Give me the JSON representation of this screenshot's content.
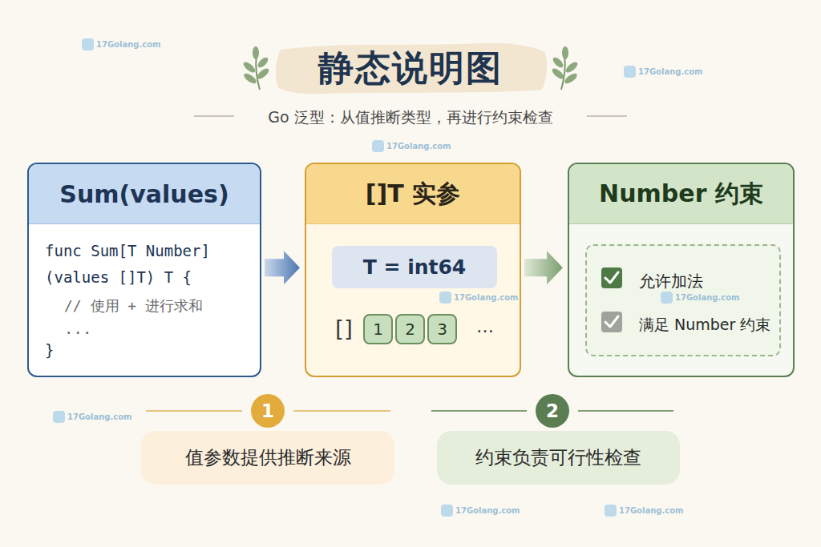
{
  "diagram": {
    "title": "静态说明图",
    "caption": "Go 泛型：从值推断类型，再进行约束检查",
    "nodes": [
      {
        "text": [
          "Sum(values)",
          "func Sum[T Number]",
          "(values []T) T {",
          "// 使用 + 进行求和",
          "...",
          "}"
        ]
      },
      {
        "text": [
          "[]T 实参",
          "[]",
          "…"
        ]
      },
      {
        "text": [
          "T = int64"
        ],
        "in": 1
      },
      {
        "text": [
          "1"
        ],
        "in": 1
      },
      {
        "text": [
          "2"
        ],
        "in": 1
      },
      {
        "text": [
          "3"
        ],
        "in": 1
      },
      {
        "text": [
          "Number 约束"
        ]
      },
      {
        "text": [
          "允许加法",
          "满足 Number 约束"
        ],
        "in": 6
      },
      {
        "text": [
          "1"
        ]
      },
      {
        "text": [
          "值参数提供推断来源"
        ]
      },
      {
        "text": [
          "2"
        ]
      },
      {
        "text": [
          "约束负责可行性检查"
        ]
      }
    ],
    "edges": [
      {
        "from": 0,
        "to": 1,
        "arrow": "to"
      },
      {
        "from": 1,
        "to": 6,
        "arrow": "to"
      }
    ],
    "labels": [
      "17Golang.com",
      "17Golang.com",
      "17Golang.com",
      "17Golang.com",
      "17Golang.com",
      "17Golang.com",
      "17Golang.com",
      "17Golang.com"
    ]
  }
}
